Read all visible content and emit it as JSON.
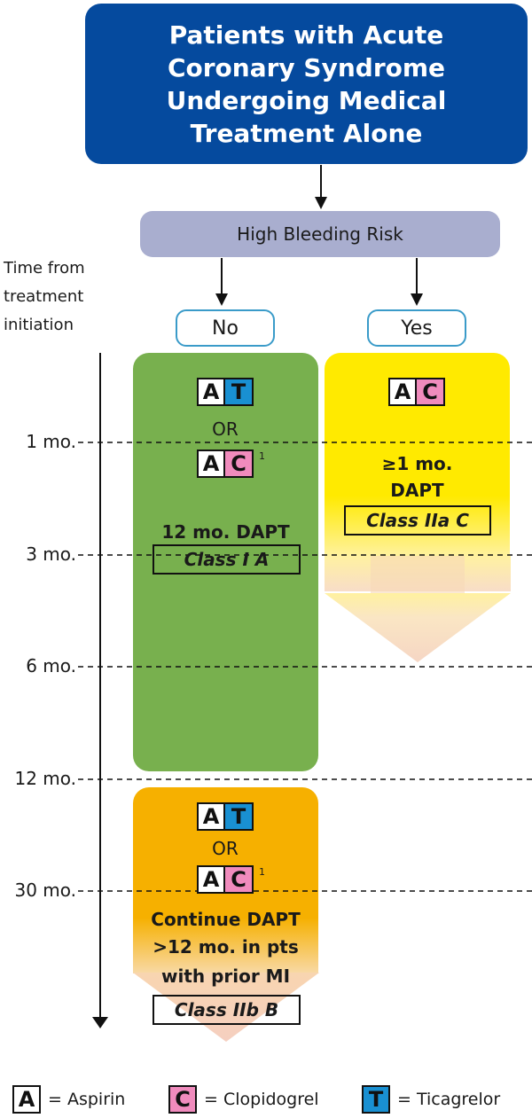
{
  "title": "Patients with Acute Coronary Syndrome Undergoing Medical Treatment Alone",
  "decision": "High Bleeding Risk",
  "time_axis": {
    "label_lines": [
      "Time from",
      "treatment",
      "initiation"
    ],
    "ticks": [
      "1 mo.",
      "3 mo.",
      "6 mo.",
      "12 mo.",
      "30 mo."
    ]
  },
  "branches": {
    "no": {
      "label": "No",
      "or_text": "OR",
      "footnote": "1",
      "duration": "12 mo. DAPT",
      "class": "Class I A"
    },
    "yes": {
      "label": "Yes",
      "duration_line1": "≥1 mo.",
      "duration_line2": "DAPT",
      "class": "Class IIa C"
    },
    "extended": {
      "or_text": "OR",
      "footnote": "1",
      "line1": "Continue DAPT",
      "line2": ">12 mo. in pts",
      "line3": "with prior MI",
      "class": "Class IIb B"
    }
  },
  "drugs": {
    "A": {
      "letter": "A",
      "name": "Aspirin",
      "color": "#ffffff"
    },
    "C": {
      "letter": "C",
      "name": "Clopidogrel",
      "color": "#f08bbd"
    },
    "T": {
      "letter": "T",
      "name": "Ticagrelor",
      "color": "#1990d2"
    }
  },
  "legend": [
    {
      "letter": "A",
      "text": "= Aspirin"
    },
    {
      "letter": "C",
      "text": "= Clopidogrel"
    },
    {
      "letter": "T",
      "text": "= Ticagrelor"
    }
  ],
  "colors": {
    "title_bg": "#054a9e",
    "decision_bg": "#a9aecf",
    "no_branch": "#78b04e",
    "yes_branch": "#ffea00",
    "extended_branch": "#f6b000",
    "pill_border": "#3a9bc9"
  }
}
